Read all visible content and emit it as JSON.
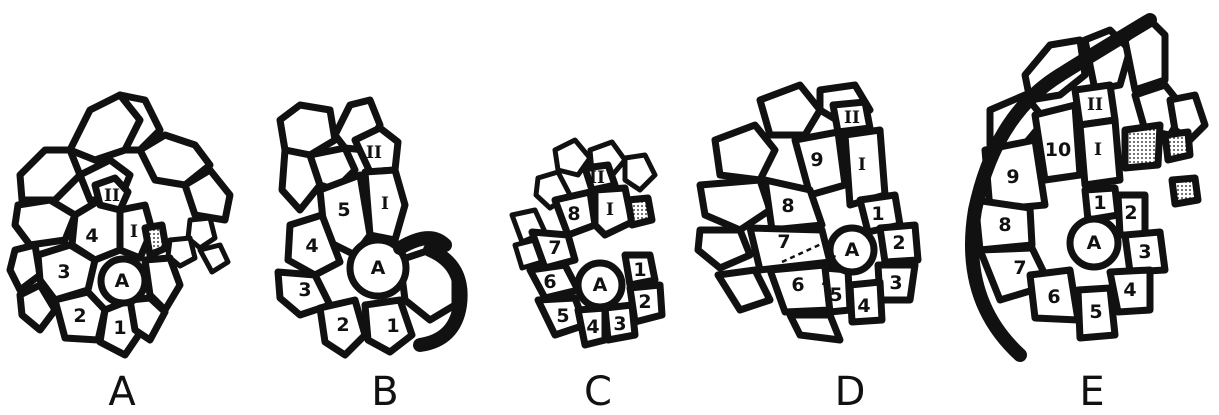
{
  "panels": [
    {
      "id": "A",
      "label": "A",
      "cells": [
        "1",
        "2",
        "3",
        "4",
        "A",
        "I",
        "II"
      ]
    },
    {
      "id": "B",
      "label": "B",
      "cells": [
        "1",
        "2",
        "3",
        "4",
        "5",
        "A",
        "I",
        "II"
      ]
    },
    {
      "id": "C",
      "label": "C",
      "cells": [
        "1",
        "2",
        "3",
        "4",
        "5",
        "6",
        "7",
        "8",
        "A",
        "I",
        "II"
      ]
    },
    {
      "id": "D",
      "label": "D",
      "cells": [
        "1",
        "2",
        "3",
        "4",
        "5",
        "6",
        "7",
        "8",
        "9",
        "A",
        "I",
        "II"
      ]
    },
    {
      "id": "E",
      "label": "E",
      "cells": [
        "1",
        "2",
        "3",
        "4",
        "5",
        "6",
        "7",
        "8",
        "9",
        "10",
        "A",
        "I",
        "II"
      ]
    }
  ],
  "colors": {
    "ink": "#111111",
    "paper": "#ffffff"
  }
}
